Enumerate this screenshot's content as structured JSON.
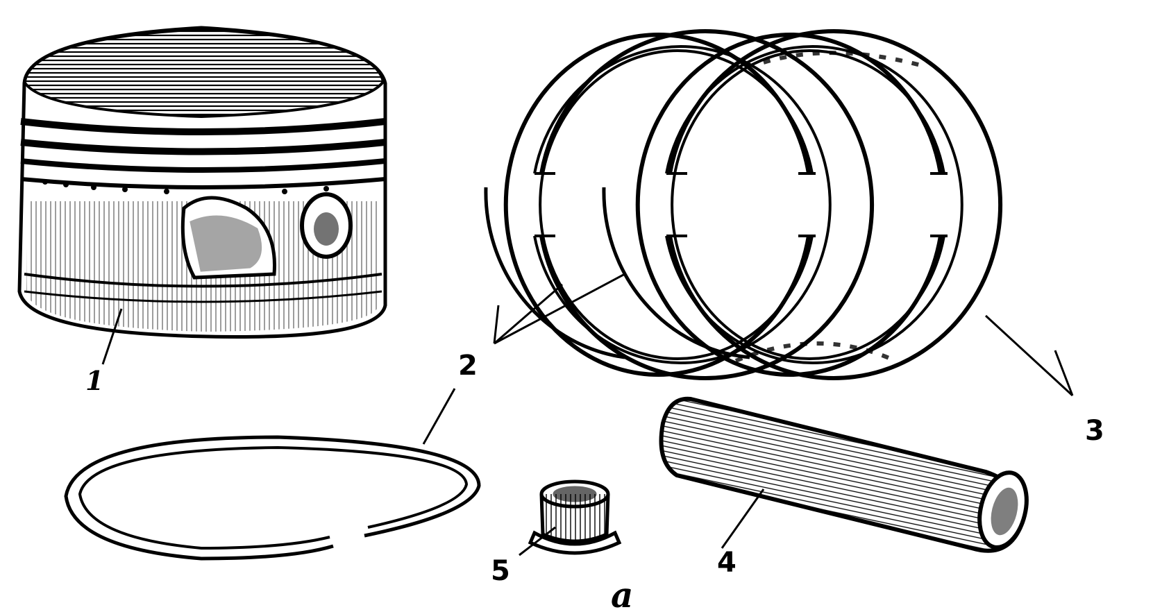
{
  "figure": {
    "labels": {
      "piston": "1",
      "compression_rings": "2",
      "oil_rings": "3",
      "piston_pin": "4",
      "bushing": "5"
    },
    "caption": "a"
  }
}
